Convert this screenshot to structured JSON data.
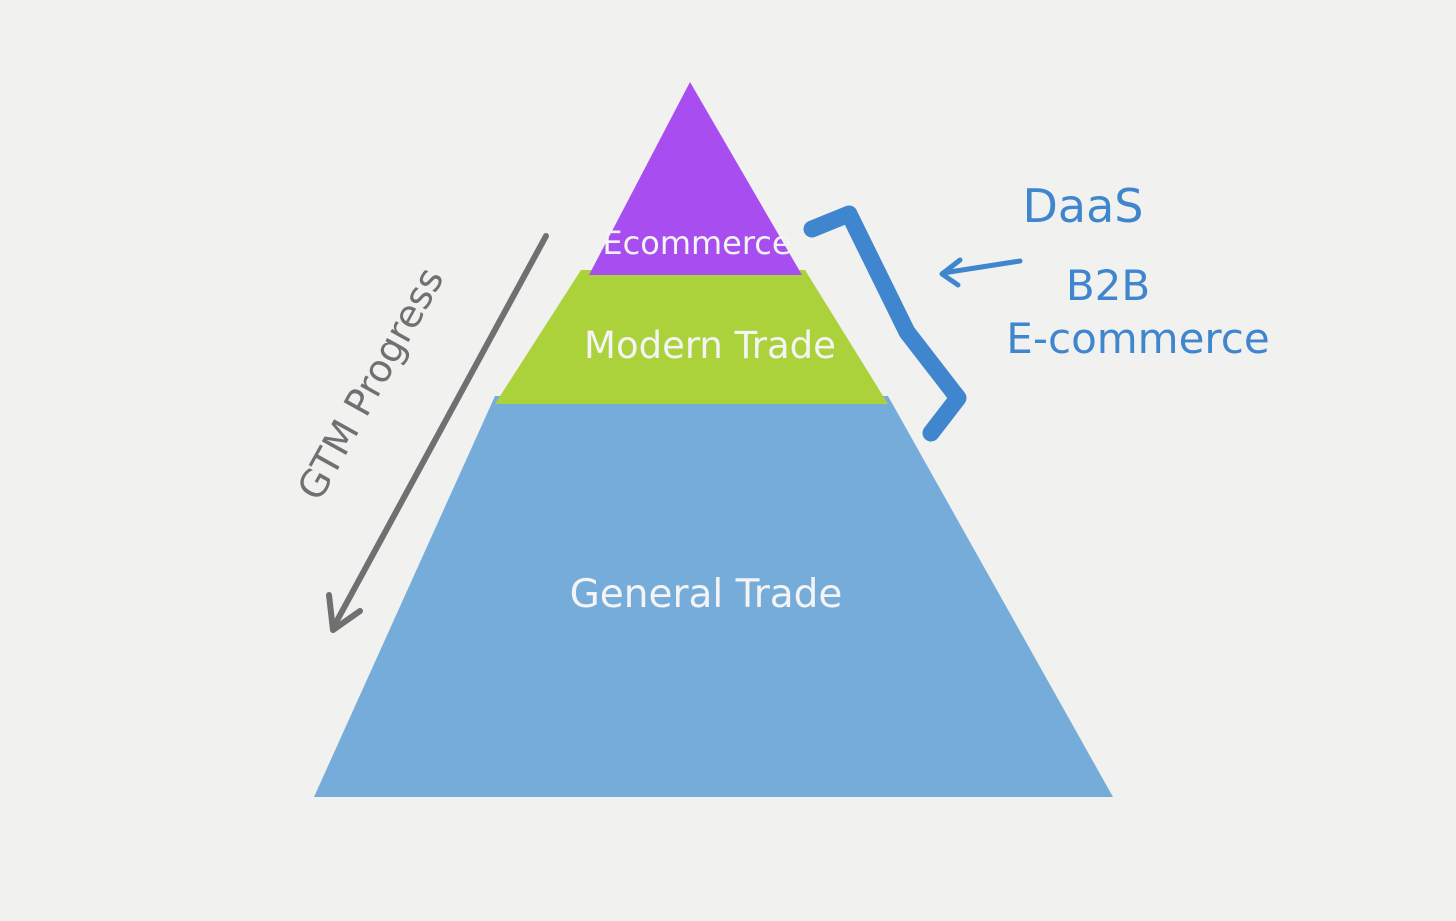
{
  "diagram": {
    "layers": [
      {
        "id": "top",
        "label": "Ecommerce",
        "color": "#a84df0"
      },
      {
        "id": "middle",
        "label": "Modern Trade",
        "color": "#abd13b"
      },
      {
        "id": "bottom",
        "label": "General Trade",
        "color": "#76acd9"
      }
    ],
    "progress_arrow": {
      "label": "GTM Progress",
      "color": "#707070"
    },
    "annotation": {
      "lines": [
        "DaaS",
        "B2B",
        "E-commerce"
      ],
      "color": "#3f86cf"
    }
  }
}
